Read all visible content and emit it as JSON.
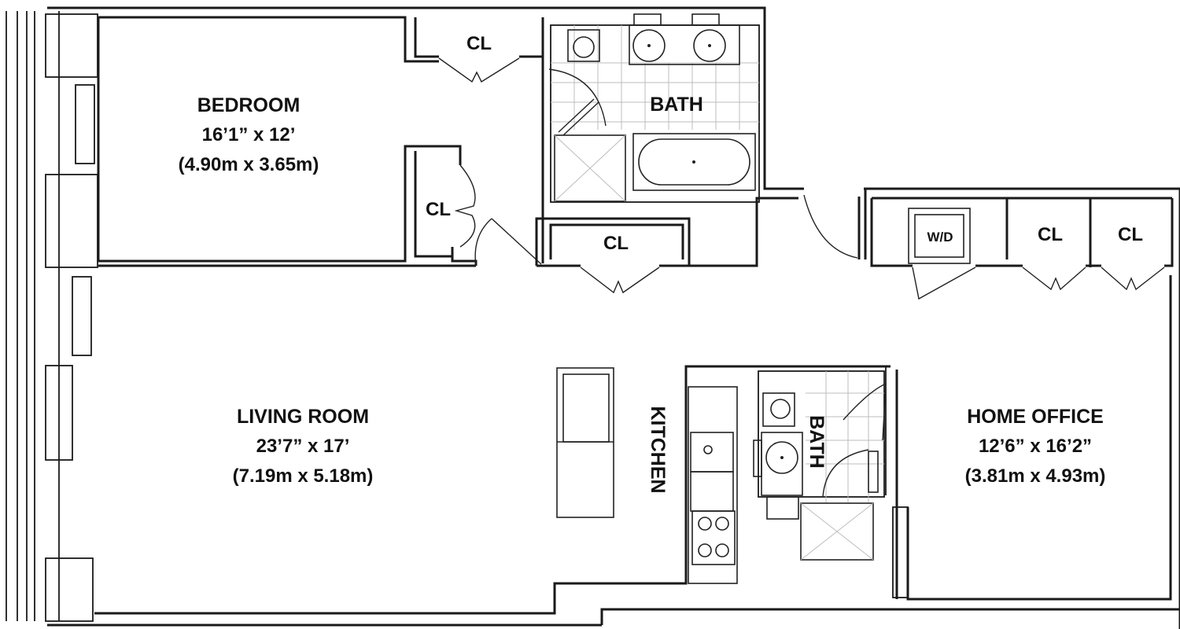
{
  "rooms": {
    "bedroom": {
      "name": "BEDROOM",
      "dim_imperial": "16’1” x 12’",
      "dim_metric": "(4.90m x 3.65m)"
    },
    "living_room": {
      "name": "LIVING ROOM",
      "dim_imperial": "23’7” x 17’",
      "dim_metric": "(7.19m x 5.18m)"
    },
    "home_office": {
      "name": "HOME OFFICE",
      "dim_imperial": "12’6” x 16’2”",
      "dim_metric": "(3.81m x 4.93m)"
    },
    "bath_main": {
      "name": "BATH"
    },
    "bath_second": {
      "name": "BATH"
    },
    "kitchen": {
      "name": "KITCHEN"
    }
  },
  "closets": {
    "bedroom_top": "CL",
    "bedroom_side": "CL",
    "hall": "CL",
    "office_1": "CL",
    "office_2": "CL"
  },
  "laundry": "W/D"
}
